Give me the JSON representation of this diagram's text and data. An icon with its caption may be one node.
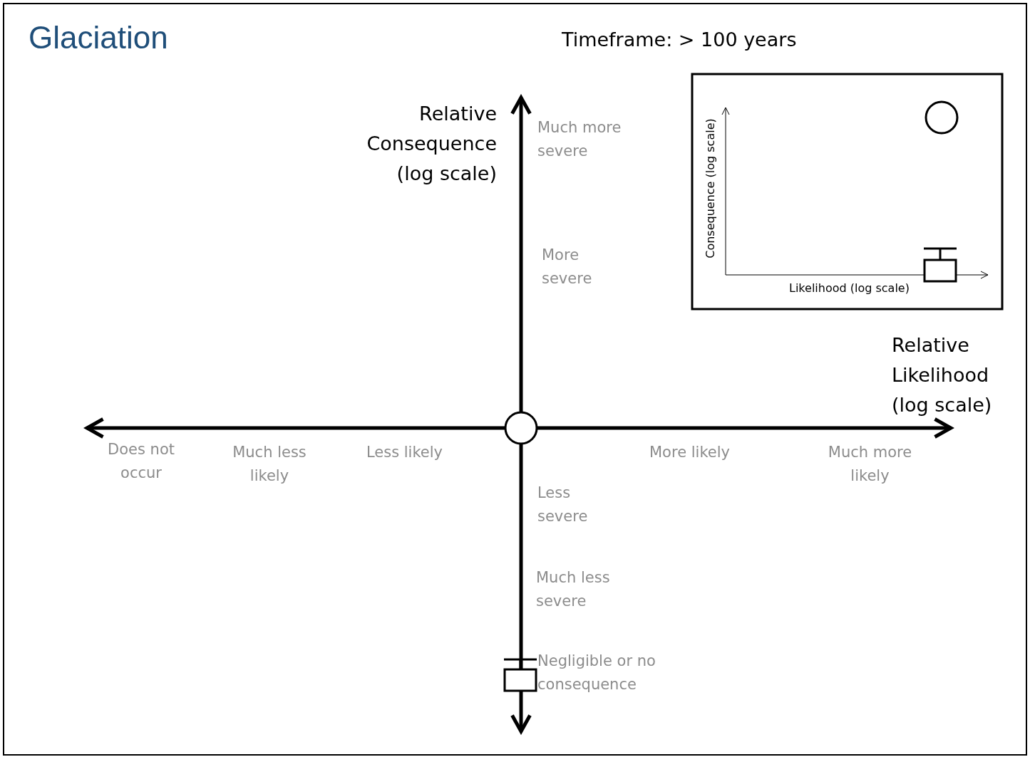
{
  "diagram": {
    "title": "Glaciation",
    "labels": [
      "Timeframe: > 100 years",
      "Relative Consequence (log scale)",
      "Much more severe",
      "Consequence (log scale)",
      "More severe",
      "Relative Likelihood (log scale)",
      "Likelihood (log scale)",
      "Does not occur",
      "Much less likely",
      "Less likely",
      "More likely",
      "Much more likely",
      "Less severe",
      "Much less severe",
      "Negligible or no consequence"
    ]
  }
}
